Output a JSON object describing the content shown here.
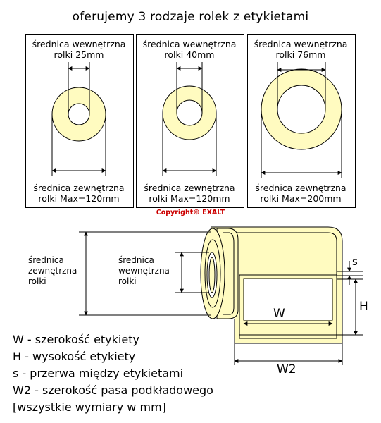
{
  "title": "oferujemy 3 rodzaje rolek z etykietami",
  "rolls": [
    {
      "inner_line1": "średnica wewnętrzna",
      "inner_line2": "rolki  25mm",
      "outer_line1": "średnica zewnętrzna",
      "outer_line2": "rolki Max=120mm"
    },
    {
      "inner_line1": "średnica wewnętrzna",
      "inner_line2": "rolki  40mm",
      "outer_line1": "średnica zewnętrzna",
      "outer_line2": "rolki Max=120mm"
    },
    {
      "inner_line1": "średnica wewnętrzna",
      "inner_line2": "rolki  76mm",
      "outer_line1": "średnica zewnętrzna",
      "outer_line2": "rolki Max=200mm"
    }
  ],
  "copyright": "Copyright© EXALT",
  "diagram": {
    "outer_label": [
      "średnica",
      "zewnętrzna",
      "rolki"
    ],
    "inner_label": [
      "średnica",
      "wewnętrzna",
      "rolki"
    ],
    "w": "W",
    "h": "H",
    "s": "s",
    "w2": "W2"
  },
  "legend": [
    "W - szerokość etykiety",
    "H - wysokość etykiety",
    "s - przerwa między etykietami",
    "W2 - szerokość pasa podkładowego",
    "[wszystkie wymiary w mm]"
  ],
  "colors": {
    "label_fill": "#fffbc0",
    "copyright": "#cc0000"
  }
}
